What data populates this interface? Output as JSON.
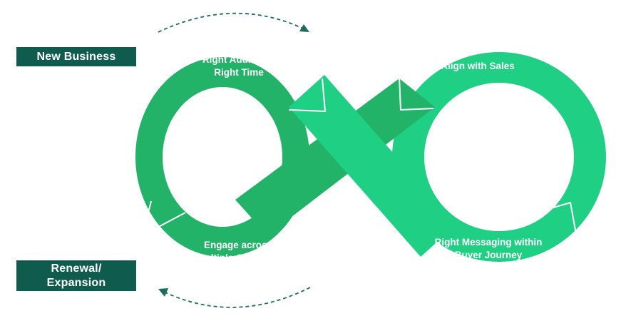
{
  "labels": {
    "new_business": "New Business",
    "renewal_line1": "Renewal/",
    "renewal_line2": "Expansion"
  },
  "segments": {
    "top_left_line1": "Right Audience,",
    "top_left_line2": "Right Time",
    "top_right": "Align with Sales",
    "bottom_left_line1": "Engage across",
    "bottom_left_line2": "Multiple Channels",
    "bottom_right_line1": "Right Messaging within",
    "bottom_right_line2": "Buyer Journey"
  },
  "colors": {
    "dark_green": "#22b368",
    "light_green": "#1fcf84",
    "tag_bg": "#0f5c4e",
    "arrow": "#1f6b5c"
  }
}
